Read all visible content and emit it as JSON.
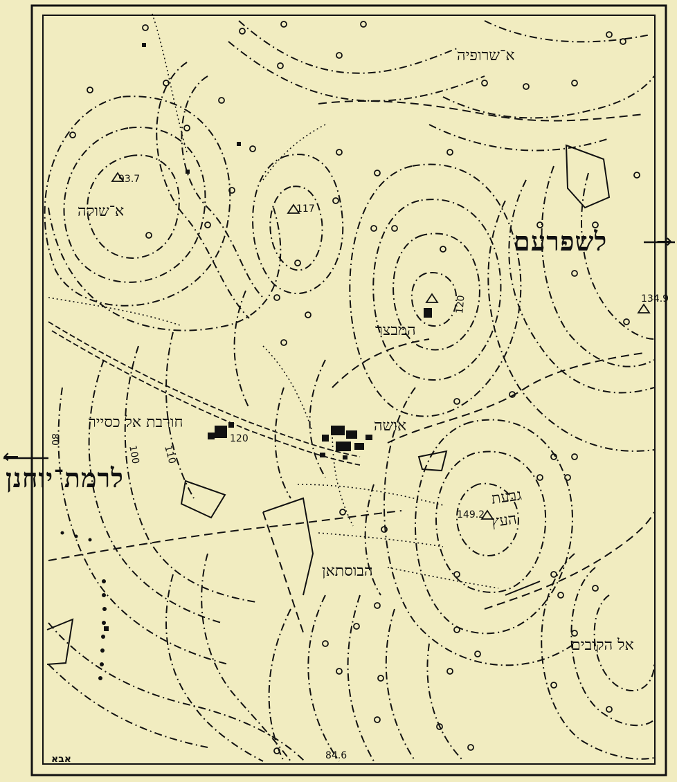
{
  "map": {
    "places": {
      "shefaram": "לשפרעם",
      "ramat_yohanan": "לרמת־יוחנן",
      "usha": "אושה",
      "khirbet_kasyir": "חורבת אל כסייר",
      "hamivtzar": "המבצר",
      "a_shuka": "א־שוקה",
      "a_sharufiya": "א־שרופיה",
      "givat_haetz_1": "גבעת",
      "givat_haetz_2": "העץ",
      "habustan": "הבוסתאן",
      "al_hakubbim": "אל הקובים"
    },
    "elevations": {
      "e93": "93.7",
      "e117": "117",
      "e120": "120",
      "e134": "134.9",
      "e149": "149.2",
      "e84": "84.6"
    },
    "contour_labels": {
      "c80": "80",
      "c100": "100",
      "c110": "110",
      "c120": "120"
    },
    "author_mark": "אבא",
    "colors": {
      "paper": "#f1ecc0",
      "ink": "#111111"
    }
  }
}
